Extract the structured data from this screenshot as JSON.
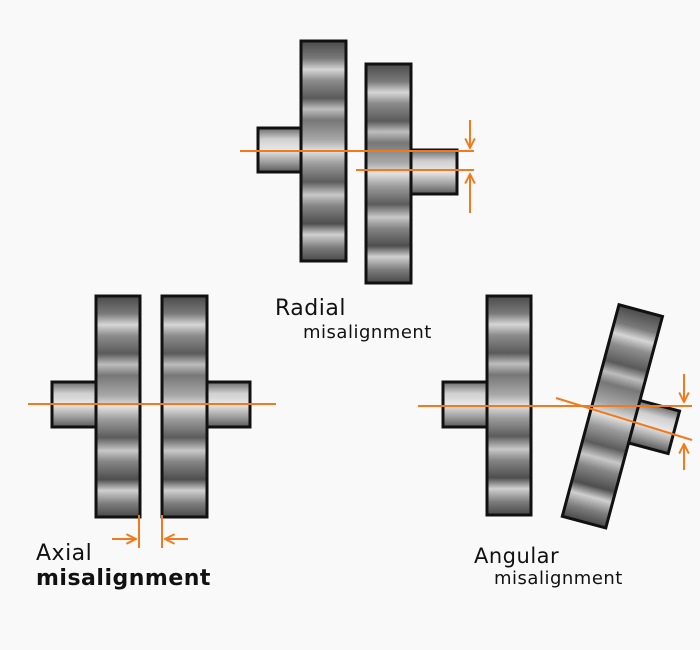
{
  "labels": {
    "radial": {
      "line1": "Radial",
      "line2": "misalignment"
    },
    "axial": {
      "line1": "Axial",
      "line2": "misalignment"
    },
    "angular": {
      "line1": "Angular",
      "line2": "misalignment"
    }
  },
  "colors": {
    "background": "#f9f9f9",
    "outline": "#111111",
    "metal_dark": "#4a4a4a",
    "metal_mid": "#8f8f8f",
    "metal_light": "#d8d8d8",
    "axis": "#f07a1e"
  }
}
